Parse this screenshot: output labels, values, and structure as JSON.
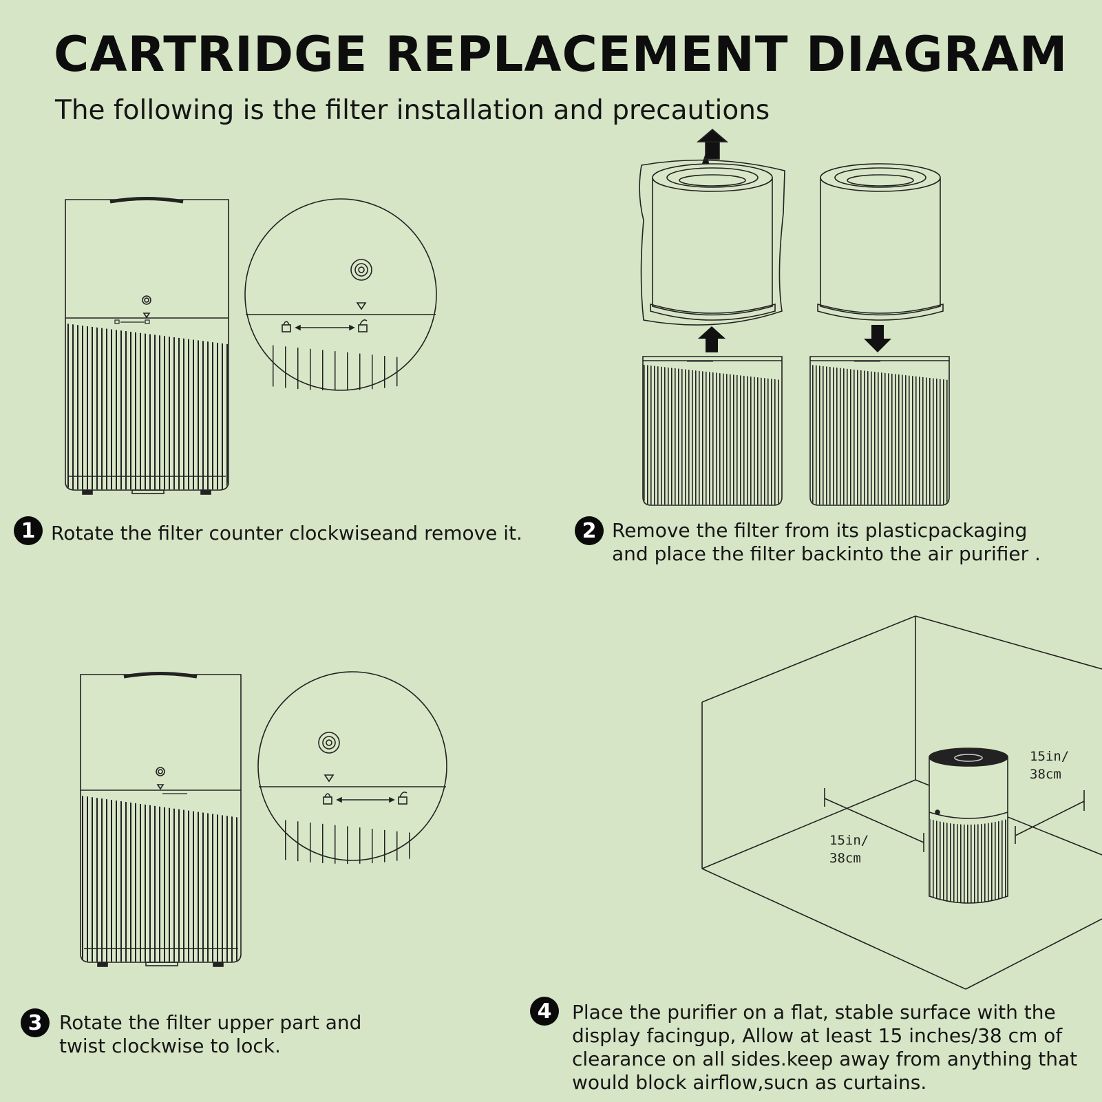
{
  "header": {
    "title": "CARTRIDGE REPLACEMENT DIAGRAM",
    "subtitle": "The following is the filter installation and precautions"
  },
  "steps": [
    {
      "number": "1",
      "text": "Rotate the filter counter clockwiseand remove it."
    },
    {
      "number": "2",
      "text": "Remove the filter from its plasticpackaging\nand place the filter backinto the air purifier ."
    },
    {
      "number": "3",
      "text": "Rotate the filter upper part and\ntwist clockwise to lock."
    },
    {
      "number": "4",
      "text": "Place the purifier on a flat, stable surface with the\ndisplay facingup, Allow at least 15 inches/38 cm of\nclearance on all sides.keep away from anything that\nwould block airflow,sucn as curtains."
    }
  ],
  "dimensions": {
    "right_label": "15in/\n38cm",
    "left_label": "15in/\n38cm"
  }
}
